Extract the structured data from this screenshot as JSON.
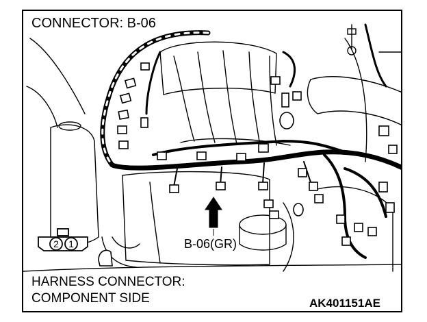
{
  "diagram": {
    "title": "CONNECTOR: B-06",
    "callout_label": "B-06(GR)",
    "connector_pins": [
      "2",
      "1"
    ],
    "footer_line1": "HARNESS CONNECTOR:",
    "footer_line2": "COMPONENT SIDE",
    "figure_code": "AK401151AE"
  }
}
